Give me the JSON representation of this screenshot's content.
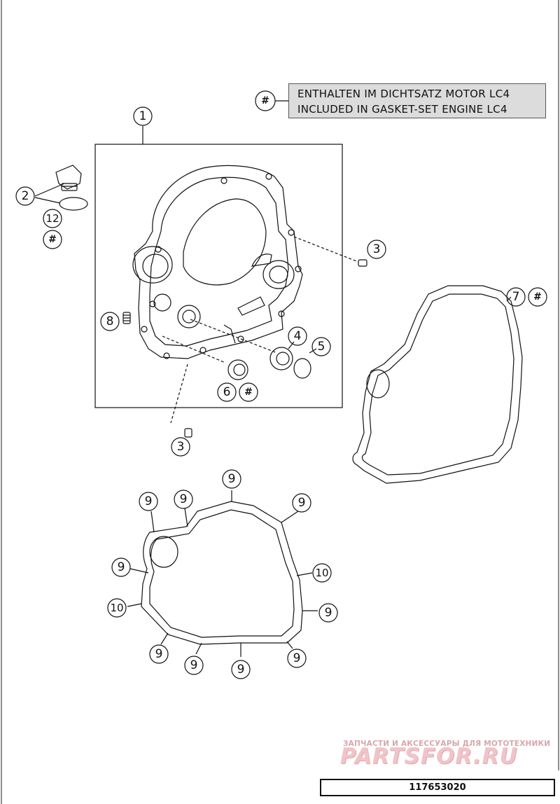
{
  "legend": {
    "symbol": "#",
    "line_de": "ENTHALTEN IM DICHTSATZ MOTOR LC4",
    "line_en": "INCLUDED IN GASKET-SET ENGINE LC4"
  },
  "callouts": {
    "c1": "1",
    "c2": "2",
    "c12": "12",
    "c3a": "3",
    "c3b": "3",
    "c4": "4",
    "c5": "5",
    "c6": "6",
    "c7": "7",
    "c8": "8",
    "n9_1": "9",
    "n9_2": "9",
    "n9_3": "9",
    "n9_4": "9",
    "n9_5": "9",
    "n9_6": "9",
    "n9_7": "9",
    "n9_8": "9",
    "n9_9": "9",
    "n9_10": "9",
    "n10_1": "10",
    "n10_2": "10",
    "hash": "#"
  },
  "watermark": {
    "tagline": "ЗАПЧАСТИ И АКСЕССУАРЫ ДЛЯ МОТОТЕХНИКИ",
    "brand": "PARTSFOR.RU"
  },
  "doc_number": "117653020",
  "colors": {
    "line": "#111111",
    "legend_bg": "#dcdcdc",
    "watermark": "#f0c4c8"
  }
}
